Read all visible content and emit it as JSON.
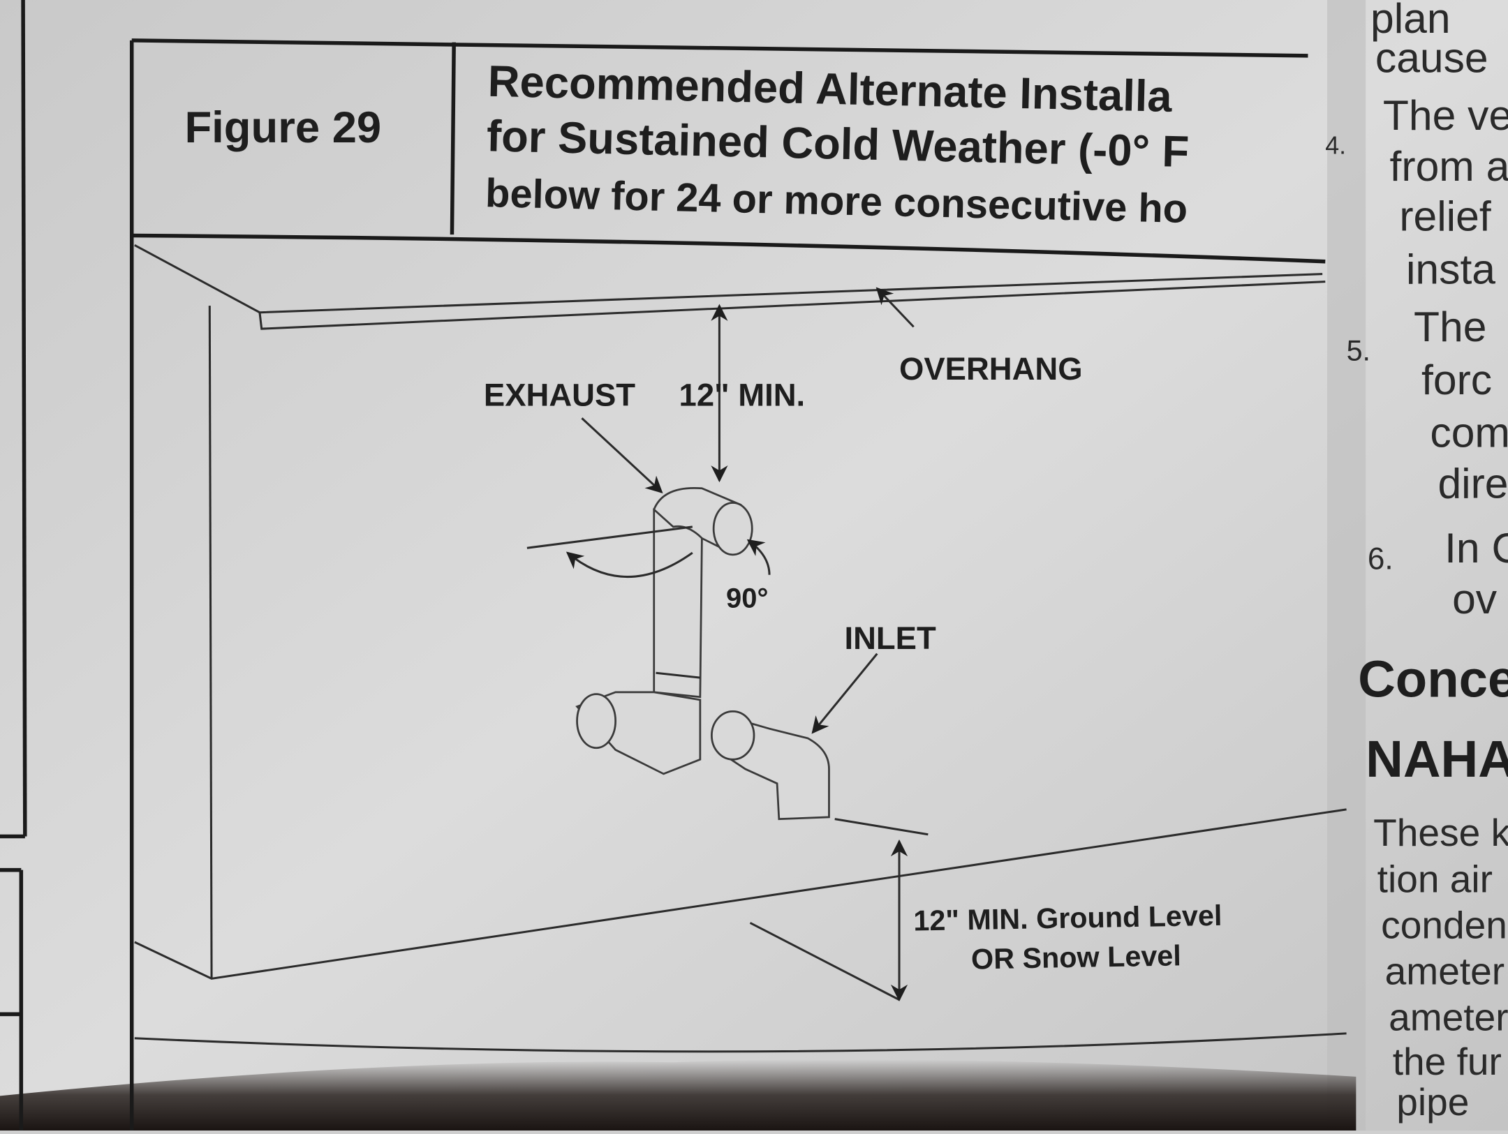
{
  "figure": {
    "number_label": "Figure 29",
    "title_lines": [
      "Recommended Alternate Installa",
      "for Sustained Cold Weather (-0° F",
      "below for 24 or more consecutive ho"
    ]
  },
  "diagram": {
    "labels": {
      "exhaust": "EXHAUST",
      "min_clearance_top": "12\" MIN.",
      "overhang": "OVERHANG",
      "angle": "90°",
      "inlet": "INLET",
      "ground_line1": "12\" MIN. Ground Level",
      "ground_line2": "OR Snow Level"
    }
  },
  "side_column": {
    "lines": [
      "plan",
      "cause",
      "The ve",
      "from a",
      "relief",
      "insta",
      "The",
      "forc",
      "com",
      "dire",
      "In C",
      "ov"
    ],
    "item_numbers": [
      "4.",
      "5.",
      "6."
    ],
    "heading_lines": [
      "Conce",
      "NAHAC"
    ],
    "body_lines": [
      "These k",
      "tion air",
      "conden",
      "ameter",
      "ameter",
      "the fur",
      "pipe"
    ]
  },
  "colors": {
    "paper": "#d8d8d8",
    "ink": "#1e1e1e",
    "shadow": "#2a2320"
  }
}
